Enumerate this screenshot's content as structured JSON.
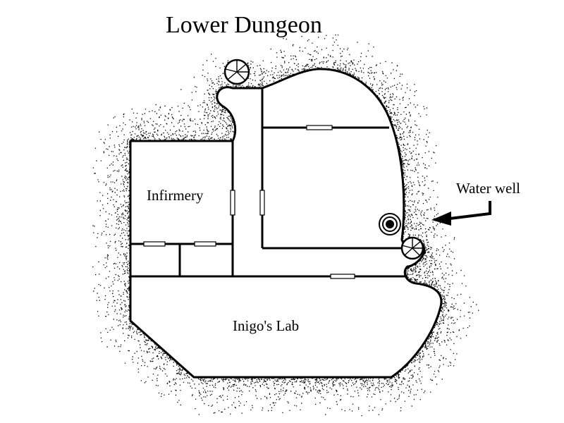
{
  "map": {
    "title": "Lower Dungeon",
    "rooms": [
      {
        "id": "infirmery",
        "label": "Infirmery"
      },
      {
        "id": "inigos-lab",
        "label": "Inigo's Lab"
      }
    ],
    "annotations": [
      {
        "id": "water-well",
        "label": "Water well"
      }
    ],
    "colors": {
      "ink": "#000000",
      "floor": "#ffffff"
    }
  }
}
